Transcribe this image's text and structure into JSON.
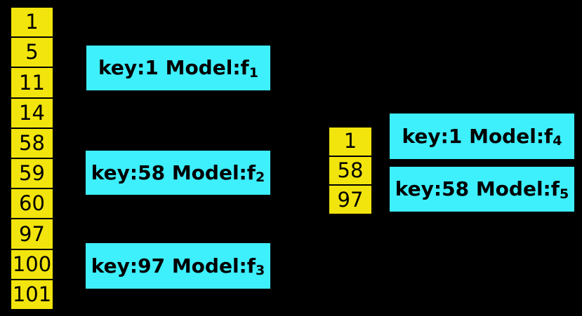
{
  "colors": {
    "background": "#000000",
    "cell_fill": "#f2e40d",
    "box_fill": "#3eeffc",
    "border": "#000000",
    "text": "#000000"
  },
  "left_column": {
    "cells": [
      "1",
      "5",
      "11",
      "14",
      "58",
      "59",
      "60",
      "97",
      "100",
      "101"
    ]
  },
  "right_column": {
    "cells": [
      "1",
      "58",
      "97"
    ]
  },
  "model_boxes": [
    {
      "label": "key:1 Model:f",
      "sub": "1"
    },
    {
      "label": "key:58 Model:f",
      "sub": "2"
    },
    {
      "label": "key:97 Model:f",
      "sub": "3"
    },
    {
      "label": "key:1 Model:f",
      "sub": "4"
    },
    {
      "label": "key:58 Model:f",
      "sub": "5"
    }
  ]
}
